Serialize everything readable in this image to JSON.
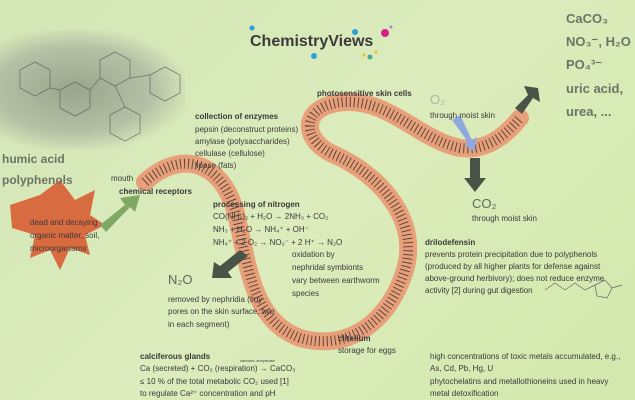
{
  "logo": {
    "text": "ChemistryViews"
  },
  "left": {
    "humic_acid": "humic acid",
    "polyphenols": "polyphenols",
    "mouth": "mouth",
    "chemical_receptors": "chemical receptors",
    "decaying": [
      "dead and decaying",
      "organic matter, soil,",
      "microorganisms"
    ]
  },
  "enzymes": {
    "title": "collection of enzymes",
    "items": [
      "pepsin (deconstruct proteins)",
      "amylase (polysaccharides)",
      "cellulase (cellulose)",
      "lipase (fats)"
    ]
  },
  "nitrogen": {
    "title": "processing of nitrogen",
    "lines": [
      "CO(NH₂)₂ + H₂O → 2NH₃ + CO₂",
      "NH₃ + H₂O → NH₄⁺ + OH⁻",
      "NH₄⁺ + 2 O₂ → NO₂⁻ + 2 H⁺ → N₂O"
    ],
    "note": [
      "oxidation by",
      "nephridal symbionts",
      "vary between earthworm",
      "species"
    ]
  },
  "n2o": {
    "label": "N₂O",
    "note": [
      "removed by nephridia (tiny",
      "pores on the skin surface, two",
      "in each segment)"
    ]
  },
  "photo": "photosensitive skin cells",
  "o2": {
    "label": "O₂",
    "note": "through moist skin"
  },
  "co2": {
    "label": "CO₂",
    "note": "through moist skin"
  },
  "excretion": [
    "CaCO₃",
    "NO₃⁻, H₂O",
    "PO₄³⁻",
    "uric acid,",
    "urea, ..."
  ],
  "drilodefensin": {
    "title": "drilodefensin",
    "lines": [
      "prevents protein precipitation due to polyphenols",
      "(produced by all higher plants for defense against",
      "above-ground herbivory); does not reduce enzyme",
      "activity [2] during gut digestion"
    ]
  },
  "clitellum": {
    "title": "clitellum",
    "note": "storage for eggs"
  },
  "calciferous": {
    "title": "calciferous glands",
    "enzyme": "carbonic anhydrase",
    "lines": [
      "Ca (secreted) + CO₂ (respiration) → CaCO₃",
      "≤ 10 % of the total metabolic CO₂ used [1]",
      "to regulate Ca²⁺ concentration and pH"
    ]
  },
  "metals": {
    "lines": [
      "high concentrations of toxic metals accumulated, e.g.,",
      "As, Cd, Pb, Hg, U",
      "phytochelatins and metallothioneins used in heavy",
      "metal detoxification"
    ]
  },
  "colors": {
    "worm": "#e8a07a",
    "o2_arrow": "#8fa8e0",
    "dark_arrow": "#4a5446",
    "green_arrow": "#7fa865",
    "leaf": "#d8552a"
  }
}
